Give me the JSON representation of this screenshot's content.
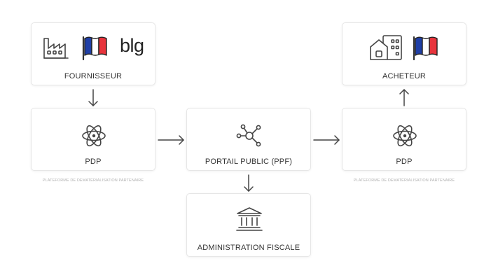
{
  "nodes": {
    "supplier": {
      "label": "FOURNISSEUR",
      "brand_text": "blg"
    },
    "pdp_left": {
      "label": "PDP",
      "caption": "PLATEFORME DE DEMATÉRIALISATION PARTENAIRE"
    },
    "portal": {
      "label": "PORTAIL PUBLIC (PPF)"
    },
    "pdp_right": {
      "label": "PDP",
      "caption": "PLATEFORME DE DEMATÉRIALISATION PARTENAIRE"
    },
    "buyer": {
      "label": "ACHETEUR"
    },
    "tax": {
      "label": "ADMINISTRATION FISCALE"
    }
  },
  "icons": {
    "supplier": [
      "factory-icon",
      "france-flag-icon"
    ],
    "pdp": "atom-icon",
    "portal": "network-hub-icon",
    "tax": "bank-building-icon",
    "buyer": [
      "buildings-icon",
      "france-flag-icon"
    ]
  },
  "colors": {
    "flag_blue": "#1f3fa6",
    "flag_white": "#ffffff",
    "flag_red": "#e8343c",
    "border": "#e6e6e6",
    "caption": "#b0b0b0"
  }
}
